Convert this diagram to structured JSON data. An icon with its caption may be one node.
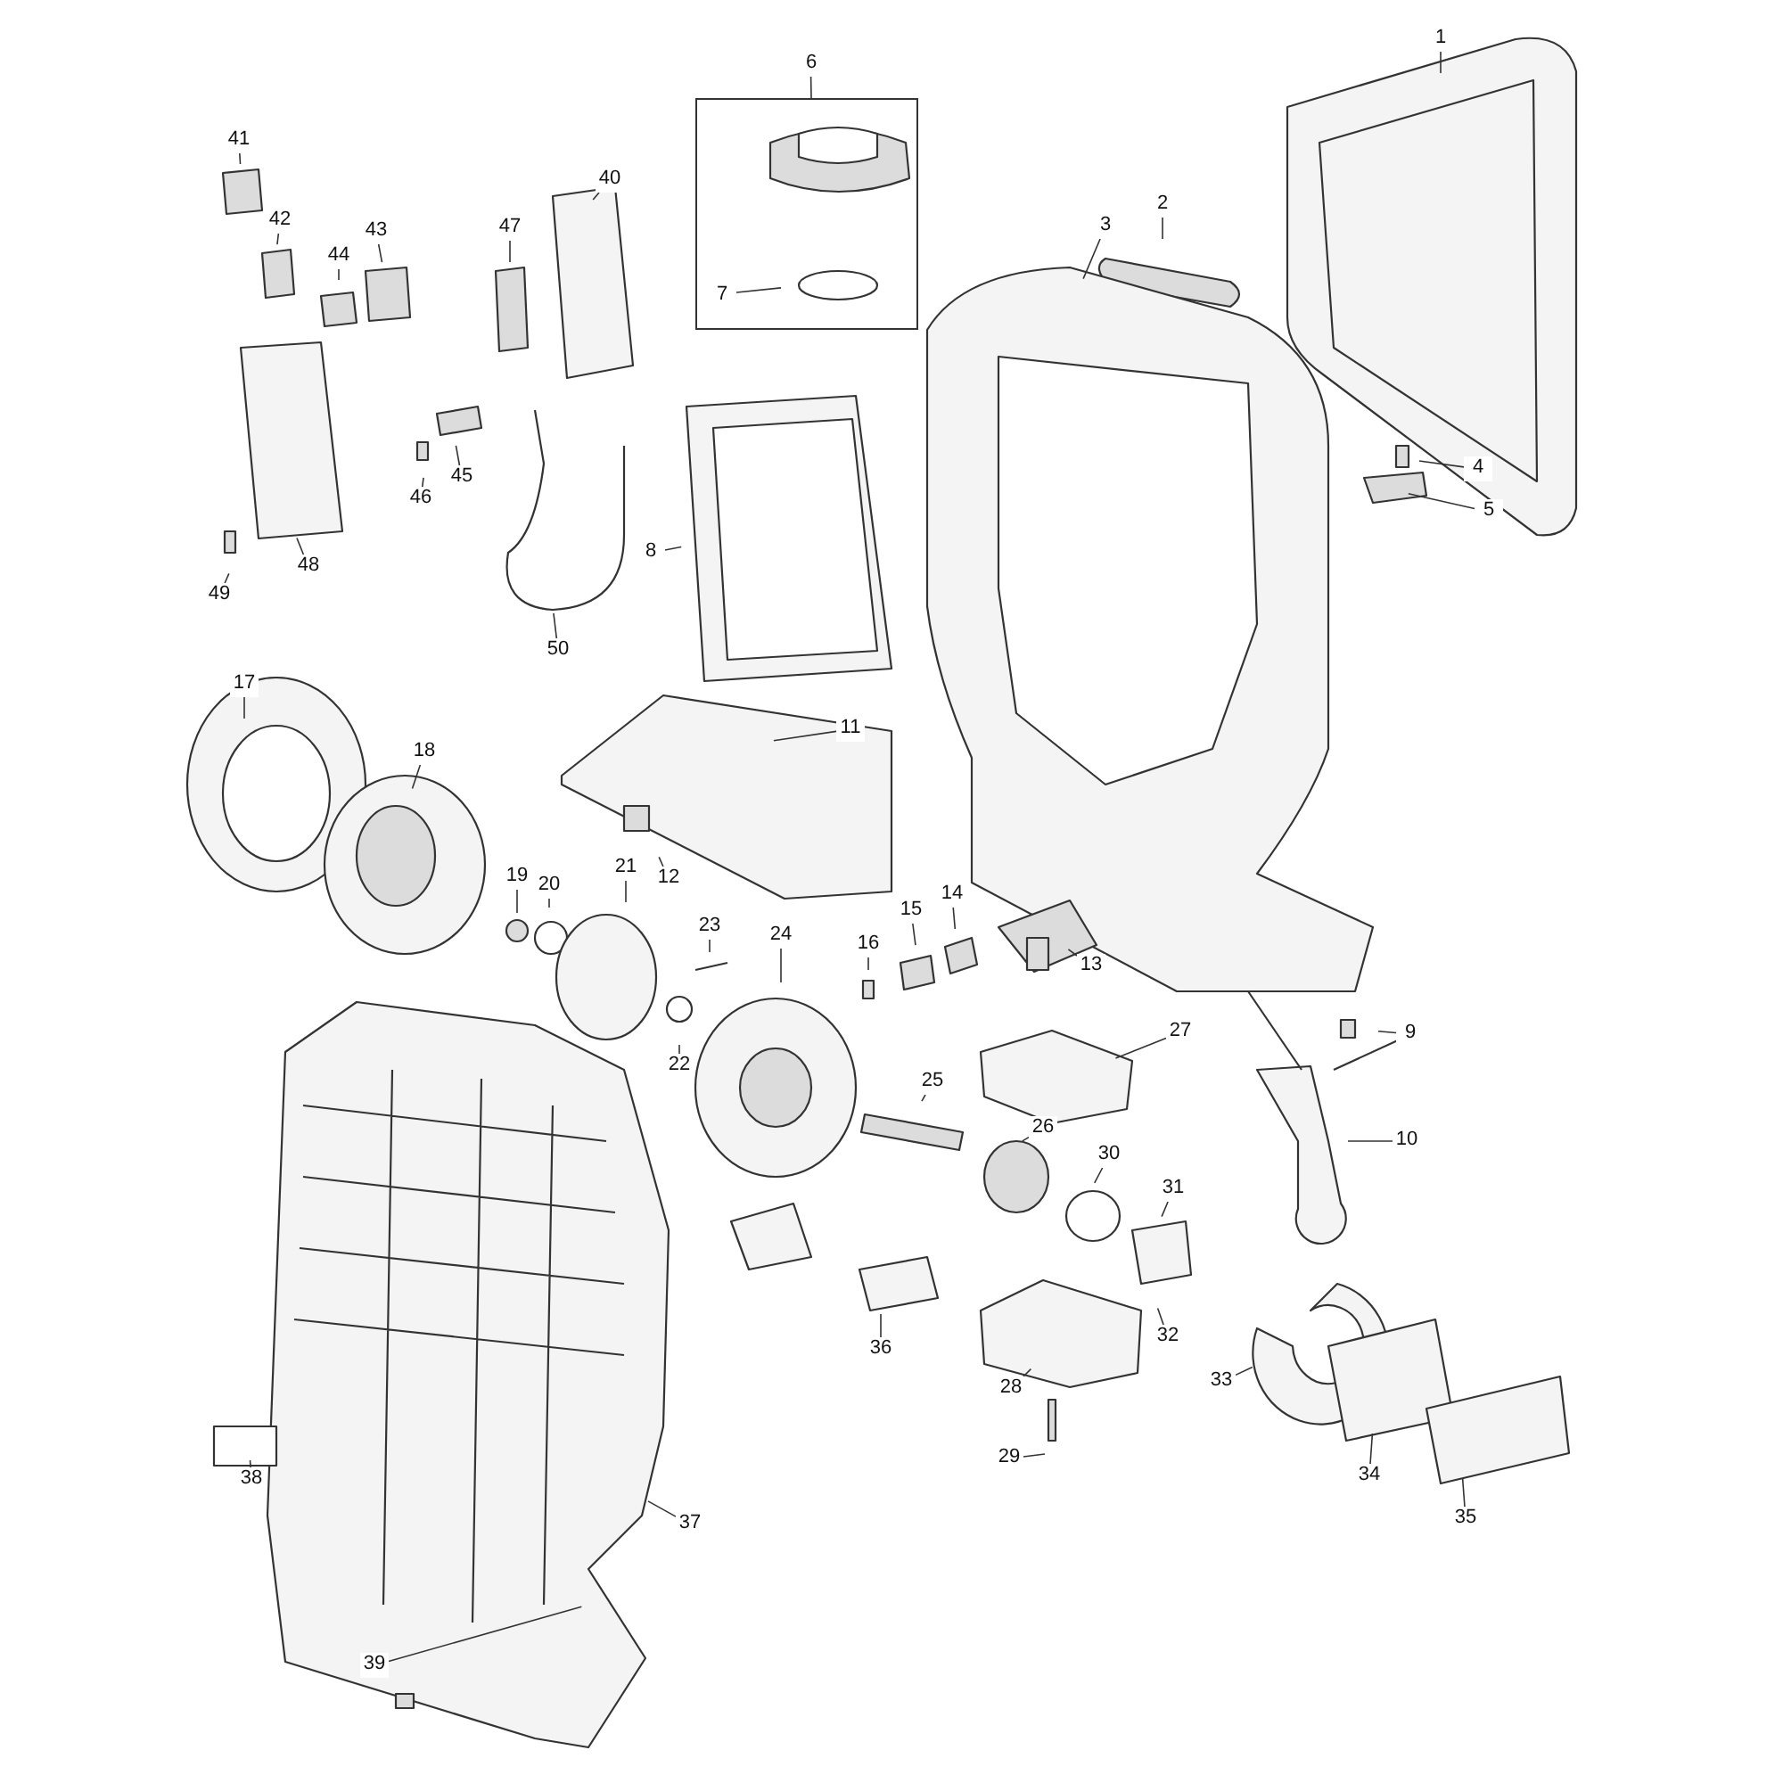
{
  "diagram": {
    "nodes": [
      {
        "text": [
          "1"
        ]
      },
      {
        "text": [
          "2"
        ]
      },
      {
        "text": [
          "3"
        ]
      },
      {
        "text": [
          "4"
        ]
      },
      {
        "text": [
          "5"
        ]
      },
      {
        "text": [
          "6"
        ]
      },
      {
        "text": [],
        "shape": "box"
      },
      {
        "text": [
          "7"
        ],
        "in": 6
      },
      {
        "text": [
          "8"
        ]
      },
      {
        "text": [
          "9"
        ]
      },
      {
        "text": [
          "10"
        ]
      },
      {
        "text": [
          "11"
        ]
      },
      {
        "text": [
          "12"
        ]
      },
      {
        "text": [
          "13"
        ]
      },
      {
        "text": [
          "14"
        ]
      },
      {
        "text": [
          "15"
        ]
      },
      {
        "text": [
          "16"
        ]
      },
      {
        "text": [
          "17"
        ]
      },
      {
        "text": [
          "18"
        ]
      },
      {
        "text": [
          "19"
        ]
      },
      {
        "text": [
          "20"
        ]
      },
      {
        "text": [
          "21"
        ]
      },
      {
        "text": [
          "22"
        ]
      },
      {
        "text": [
          "23"
        ]
      },
      {
        "text": [
          "24"
        ]
      },
      {
        "text": [
          "25"
        ]
      },
      {
        "text": [
          "26"
        ]
      },
      {
        "text": [
          "27"
        ]
      },
      {
        "text": [
          "28"
        ]
      },
      {
        "text": [
          "29"
        ]
      },
      {
        "text": [
          "30"
        ]
      },
      {
        "text": [
          "31"
        ]
      },
      {
        "text": [
          "32"
        ]
      },
      {
        "text": [
          "33"
        ]
      },
      {
        "text": [
          "34"
        ]
      },
      {
        "text": [
          "35"
        ]
      },
      {
        "text": [
          "36"
        ]
      },
      {
        "text": [
          "37"
        ]
      },
      {
        "text": [
          "38"
        ]
      },
      {
        "text": [
          "39"
        ]
      },
      {
        "text": [
          "40"
        ]
      },
      {
        "text": [
          "41"
        ]
      },
      {
        "text": [
          "42"
        ]
      },
      {
        "text": [
          "43"
        ]
      },
      {
        "text": [
          "44"
        ]
      },
      {
        "text": [
          "45"
        ]
      },
      {
        "text": [
          "46"
        ]
      },
      {
        "text": [
          "47"
        ]
      },
      {
        "text": [
          "48"
        ]
      },
      {
        "text": [
          "49"
        ]
      },
      {
        "text": [
          "50"
        ]
      }
    ],
    "edges": [
      {
        "from": 0,
        "to": null,
        "arrow": "none"
      },
      {
        "from": 1,
        "to": null,
        "arrow": "none"
      },
      {
        "from": 2,
        "to": null,
        "arrow": "none"
      },
      {
        "from": 3,
        "to": null,
        "arrow": "none"
      },
      {
        "from": 4,
        "to": null,
        "arrow": "none"
      },
      {
        "from": 5,
        "to": 6,
        "arrow": "none"
      },
      {
        "from": 7,
        "to": null,
        "arrow": "none"
      },
      {
        "from": 8,
        "to": null,
        "arrow": "none"
      },
      {
        "from": 9,
        "to": null,
        "arrow": "none"
      },
      {
        "from": 10,
        "to": null,
        "arrow": "none"
      },
      {
        "from": 11,
        "to": null,
        "arrow": "none"
      },
      {
        "from": 12,
        "to": null,
        "arrow": "none"
      },
      {
        "from": 13,
        "to": null,
        "arrow": "none"
      },
      {
        "from": 14,
        "to": null,
        "arrow": "none"
      },
      {
        "from": 15,
        "to": null,
        "arrow": "none"
      },
      {
        "from": 16,
        "to": null,
        "arrow": "none"
      },
      {
        "from": 17,
        "to": null,
        "arrow": "none"
      },
      {
        "from": 18,
        "to": null,
        "arrow": "none"
      },
      {
        "from": 19,
        "to": null,
        "arrow": "none"
      },
      {
        "from": 20,
        "to": null,
        "arrow": "none"
      },
      {
        "from": 21,
        "to": null,
        "arrow": "none"
      },
      {
        "from": 22,
        "to": null,
        "arrow": "none"
      },
      {
        "from": 23,
        "to": null,
        "arrow": "none"
      },
      {
        "from": 24,
        "to": null,
        "arrow": "none"
      },
      {
        "from": 25,
        "to": null,
        "arrow": "none"
      },
      {
        "from": 26,
        "to": null,
        "arrow": "none"
      },
      {
        "from": 27,
        "to": null,
        "arrow": "none"
      },
      {
        "from": 28,
        "to": null,
        "arrow": "none"
      },
      {
        "from": 29,
        "to": null,
        "arrow": "none"
      },
      {
        "from": 30,
        "to": null,
        "arrow": "none"
      },
      {
        "from": 31,
        "to": null,
        "arrow": "none"
      },
      {
        "from": 32,
        "to": null,
        "arrow": "none"
      },
      {
        "from": 33,
        "to": null,
        "arrow": "none"
      },
      {
        "from": 34,
        "to": null,
        "arrow": "none"
      },
      {
        "from": 35,
        "to": null,
        "arrow": "none"
      },
      {
        "from": 36,
        "to": null,
        "arrow": "none"
      },
      {
        "from": 37,
        "to": null,
        "arrow": "none"
      },
      {
        "from": 38,
        "to": null,
        "arrow": "none"
      },
      {
        "from": 39,
        "to": null,
        "arrow": "none"
      },
      {
        "from": 40,
        "to": null,
        "arrow": "none"
      },
      {
        "from": 41,
        "to": null,
        "arrow": "none"
      },
      {
        "from": 42,
        "to": null,
        "arrow": "none"
      },
      {
        "from": 43,
        "to": null,
        "arrow": "none"
      },
      {
        "from": 44,
        "to": null,
        "arrow": "none"
      },
      {
        "from": 45,
        "to": null,
        "arrow": "none"
      },
      {
        "from": 46,
        "to": null,
        "arrow": "none"
      },
      {
        "from": 47,
        "to": null,
        "arrow": "none"
      },
      {
        "from": 48,
        "to": null,
        "arrow": "none"
      },
      {
        "from": 49,
        "to": null,
        "arrow": "none"
      },
      {
        "from": 50,
        "to": null,
        "arrow": "none"
      }
    ]
  }
}
